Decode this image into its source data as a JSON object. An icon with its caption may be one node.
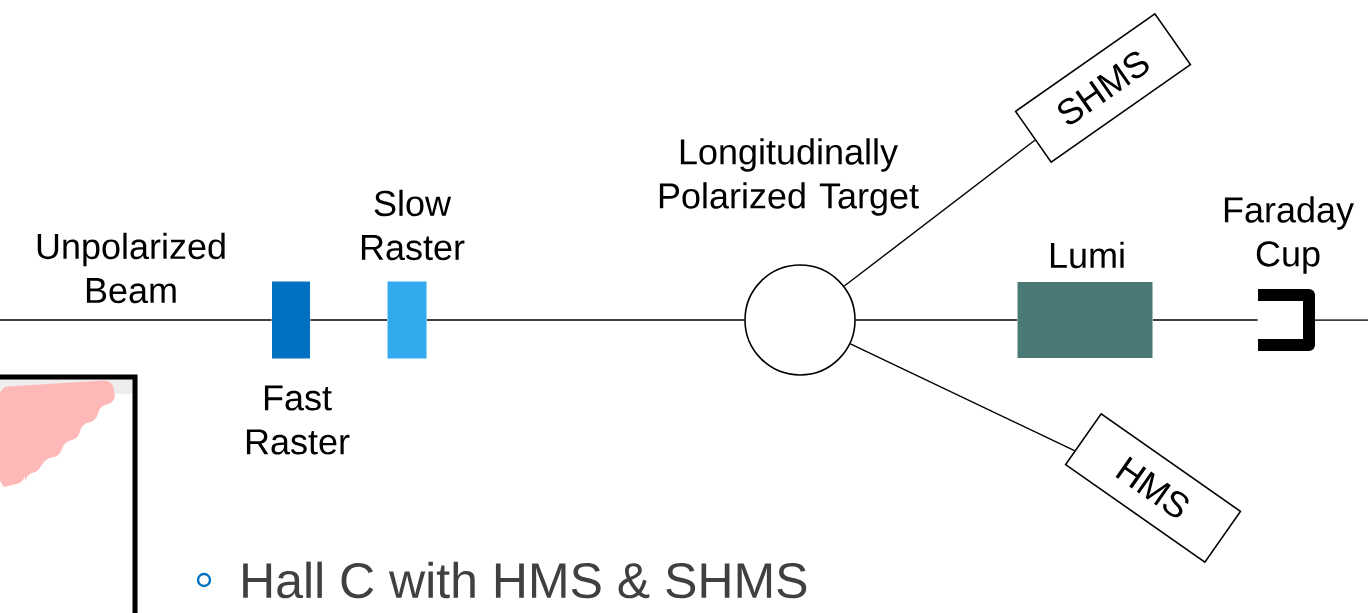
{
  "diagram": {
    "nodes": [
      {
        "text": [],
        "shape": "bar",
        "beside": [
          "Fast Raster"
        ]
      },
      {
        "text": [],
        "shape": "bar",
        "beside": [
          "Slow Raster"
        ]
      },
      {
        "text": [],
        "shape": "circle",
        "beside": [
          "Longitudinally Polarized Target"
        ]
      },
      {
        "text": [
          "SHMS"
        ]
      },
      {
        "text": [
          "HMS"
        ]
      },
      {
        "text": [
          "Lumi"
        ]
      },
      {
        "text": [
          "Faraday Cup"
        ]
      }
    ],
    "edges": [
      {
        "from": null,
        "to": 0,
        "arrow": "none"
      },
      {
        "from": 0,
        "to": 1,
        "arrow": "none"
      },
      {
        "from": 1,
        "to": 2,
        "arrow": "none"
      },
      {
        "from": 2,
        "to": 5,
        "arrow": "none"
      },
      {
        "from": 5,
        "to": 6,
        "arrow": "none"
      },
      {
        "from": 6,
        "to": null,
        "arrow": "none"
      },
      {
        "from": 2,
        "to": 3,
        "arrow": "none"
      },
      {
        "from": 2,
        "to": 4,
        "arrow": "none"
      }
    ],
    "labels": [
      "Unpolarized Beam",
      "Hall C with HMS & SHMS"
    ]
  }
}
